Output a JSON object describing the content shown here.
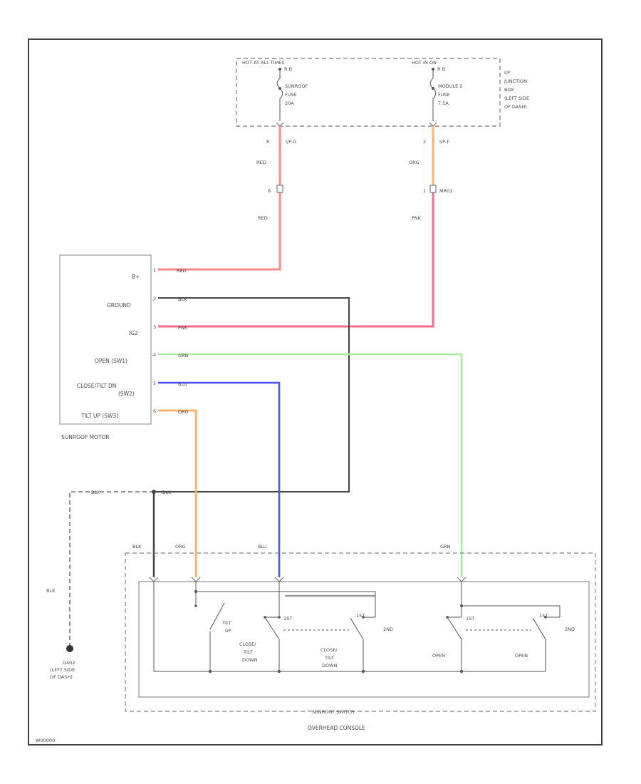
{
  "junction_box": {
    "hot_at_all_times": "HOT AT ALL TIMES",
    "hot_in_on": "HOT IN ON",
    "terminal_left": "R B",
    "terminal_right": "R B",
    "fuse_left": [
      "SUNROOF",
      "FUSE",
      "20A"
    ],
    "fuse_right": [
      "MODULE 2",
      "FUSE",
      "7.5A"
    ],
    "title": [
      "I/P",
      "JUNCTION",
      "BOX",
      "(LEFT SIDE",
      "OF DASH)"
    ]
  },
  "connectors": {
    "left_pin": "8",
    "left_name": "I/P-G",
    "right_pin": "2",
    "right_name": "I/P-F",
    "inline_left_pin": "6",
    "inline_right_pin": "1",
    "inline_right_name": "MR01"
  },
  "wires": {
    "red_top": "RED",
    "red_mid": "RED",
    "org_top": "ORG",
    "pnk_mid": "PNK",
    "motor_pin1": "RED",
    "motor_pin2": "BLK",
    "motor_pin3": "PNK",
    "motor_pin4": "GRN",
    "motor_pin5": "BLU",
    "motor_pin6": "ORG",
    "ground_left": "BLK",
    "ground_right": "BLK",
    "switch_blk": "BLK",
    "switch_org": "ORG",
    "switch_blu": "BLU",
    "switch_grn": "GRN",
    "ground_vertical": "BLK"
  },
  "motor": {
    "pins": [
      {
        "num": "1",
        "label": "B+"
      },
      {
        "num": "2",
        "label": "GROUND"
      },
      {
        "num": "3",
        "label": "IG2"
      },
      {
        "num": "4",
        "label": "OPEN (SW1)"
      },
      {
        "num": "5",
        "label": "CLOSE/TILT DN"
      },
      {
        "num": "6",
        "label": "TILT UP (SW3)"
      }
    ],
    "pin5_line2": "(SW2)",
    "name": "SUNROOF MOTOR"
  },
  "ground": {
    "id": "G402",
    "location": [
      "(LEFT SIDE",
      "OF DASH)"
    ]
  },
  "switch": {
    "contact_labels": {
      "tilt_up": [
        "TILT",
        "UP"
      ],
      "close_tilt_down_1": [
        "CLOSE/",
        "TILT",
        "DOWN"
      ],
      "close_tilt_down_2": [
        "CLOSE/",
        "TILT",
        "DOWN"
      ],
      "open_1": "OPEN",
      "open_2": "OPEN"
    },
    "second_1": "2ND",
    "second_2": "2ND",
    "first_1": "1ST",
    "first_2": "1ST",
    "first_3": "1ST",
    "first_4": "1ST",
    "name": "SUNROOF SWITCH",
    "console": "OVERHEAD CONSOLE"
  },
  "footer_code": "W00000",
  "colors": {
    "red": "#ff8a8a",
    "pink": "#ff6b8a",
    "orange": "#ffb46b",
    "green": "#a8f0a0",
    "blue": "#5050ff",
    "black": "#444444"
  }
}
